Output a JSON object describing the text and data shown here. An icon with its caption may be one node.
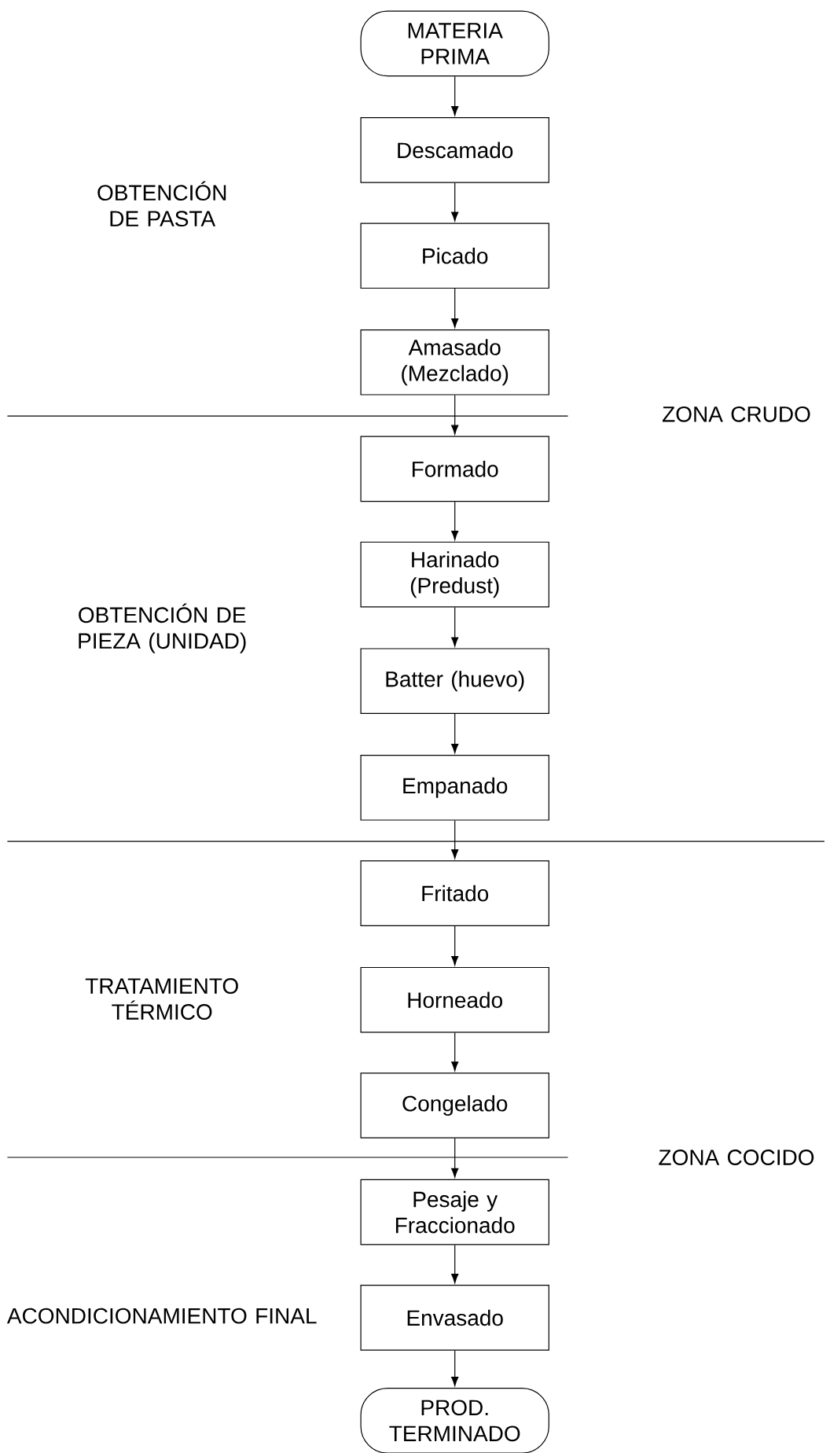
{
  "diagram": {
    "nodes": [
      {
        "text": [
          "MATERIA PRIMA"
        ]
      },
      {
        "text": [
          "Descamado"
        ]
      },
      {
        "text": [
          "Picado"
        ]
      },
      {
        "text": [
          "Amasado (Mezclado)"
        ]
      },
      {
        "text": [
          "Formado"
        ]
      },
      {
        "text": [
          "Harinado (Predust)"
        ]
      },
      {
        "text": [
          "Batter (huevo)"
        ]
      },
      {
        "text": [
          "Empanado"
        ]
      },
      {
        "text": [
          "Fritado"
        ]
      },
      {
        "text": [
          "Horneado"
        ]
      },
      {
        "text": [
          "Congelado"
        ]
      },
      {
        "text": [
          "Pesaje y Fraccionado"
        ]
      },
      {
        "text": [
          "Envasado"
        ]
      },
      {
        "text": [
          "PROD. TERMINADO"
        ]
      }
    ],
    "edges": [
      {
        "from": 0,
        "to": 1,
        "arrow": "to"
      },
      {
        "from": 1,
        "to": 2,
        "arrow": "to"
      },
      {
        "from": 2,
        "to": 3,
        "arrow": "to"
      },
      {
        "from": 3,
        "to": 4,
        "arrow": "to"
      },
      {
        "from": 4,
        "to": 5,
        "arrow": "to"
      },
      {
        "from": 5,
        "to": 6,
        "arrow": "to"
      },
      {
        "from": 6,
        "to": 7,
        "arrow": "to"
      },
      {
        "from": 7,
        "to": 8,
        "arrow": "to"
      },
      {
        "from": 8,
        "to": 9,
        "arrow": "to"
      },
      {
        "from": 9,
        "to": 10,
        "arrow": "to"
      },
      {
        "from": 10,
        "to": 11,
        "arrow": "to"
      },
      {
        "from": 11,
        "to": 12,
        "arrow": "to"
      },
      {
        "from": 12,
        "to": 13,
        "arrow": "to"
      }
    ],
    "labels": [
      "OBTENCIÓN DE PASTA",
      "ZONA CRUDO",
      "OBTENCIÓN DE PIEZA (UNIDAD)",
      "TRATAMIENTO TÉRMICO",
      "ZONA COCIDO",
      "ACONDICIONAMIENTO FINAL"
    ]
  }
}
